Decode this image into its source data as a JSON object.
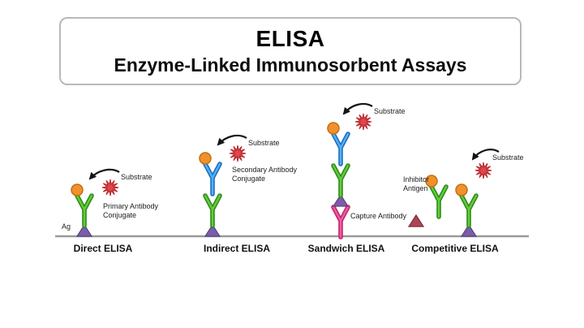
{
  "header": {
    "title": "ELISA",
    "subtitle": "Enzyme-Linked Immunosorbent Assays"
  },
  "assays": {
    "direct": {
      "name": "Direct ELISA",
      "antigen_label": "Ag",
      "substrate_label": "Substrate",
      "conjugate_label": "Primary Antibody\nConjugate"
    },
    "indirect": {
      "name": "Indirect ELISA",
      "substrate_label": "Substrate",
      "conjugate_label": "Secondary Antibody\nConjugate"
    },
    "sandwich": {
      "name": "Sandwich ELISA",
      "substrate_label": "Substrate",
      "capture_label": "Capture Antibody"
    },
    "competitive": {
      "name": "Competitive ELISA",
      "substrate_label": "Substrate",
      "inhibitor_label": "Inhibitor\nAntigen"
    }
  },
  "colors": {
    "enzyme_orange": "#f0922b",
    "substrate_red": "#e0474c",
    "antigen_purple": "#7b5ea7",
    "inhibitor_maroon": "#ae4455",
    "primary_antibody_green": "#62cf35",
    "secondary_antibody_blue": "#57b1f2",
    "capture_antibody_pink": "#ef5da0",
    "baseline_gray": "#9a9a9a"
  }
}
